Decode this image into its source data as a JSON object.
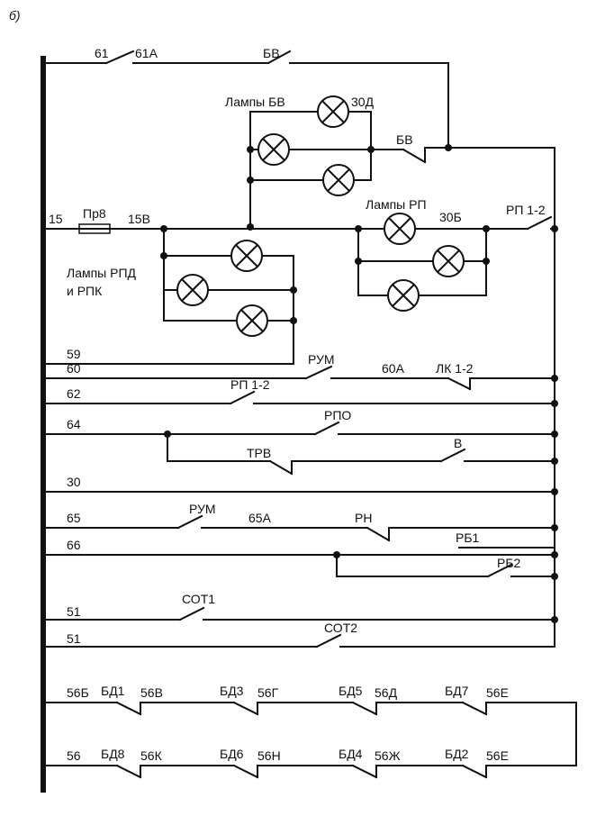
{
  "figure_label": "б)",
  "wires": {
    "w61": "61",
    "w61A": "61А",
    "w15": "15",
    "w15B": "15В",
    "w59": "59",
    "w60": "60",
    "w60A": "60А",
    "w62": "62",
    "w64": "64",
    "w30": "30",
    "w30B": "30Б",
    "w30D": "30Д",
    "w65": "65",
    "w65A": "65А",
    "w66": "66",
    "w51a": "51",
    "w51b": "51",
    "w56B": "56Б",
    "w56V": "56В",
    "w56G": "56Г",
    "w56D": "56Д",
    "w56E_top": "56Е",
    "w56": "56",
    "w56K": "56К",
    "w56N": "56Н",
    "w56Zh": "56Ж",
    "w56E_bot": "56Е"
  },
  "components": {
    "bv_top": "БВ",
    "bv_mid": "БВ",
    "pr8": "Пр8",
    "rp12_top": "РП 1-2",
    "rum_top": "РУМ",
    "lk12": "ЛК 1-2",
    "rp12_62": "РП 1-2",
    "rpo": "РПО",
    "trv": "ТРВ",
    "v": "В",
    "rum_65": "РУМ",
    "rn": "РН",
    "rb1": "РБ1",
    "rb2": "РБ2",
    "sot1": "СОТ1",
    "sot2": "СОТ2",
    "bd1": "БД1",
    "bd3": "БД3",
    "bd5": "БД5",
    "bd7": "БД7",
    "bd8": "БД8",
    "bd6": "БД6",
    "bd4": "БД4",
    "bd2": "БД2"
  },
  "lamp_groups": {
    "bv": "Лампы БВ",
    "rp": "Лампы РП",
    "rpd_line1": "Лампы РПД",
    "rpd_line2": "и РПК"
  }
}
